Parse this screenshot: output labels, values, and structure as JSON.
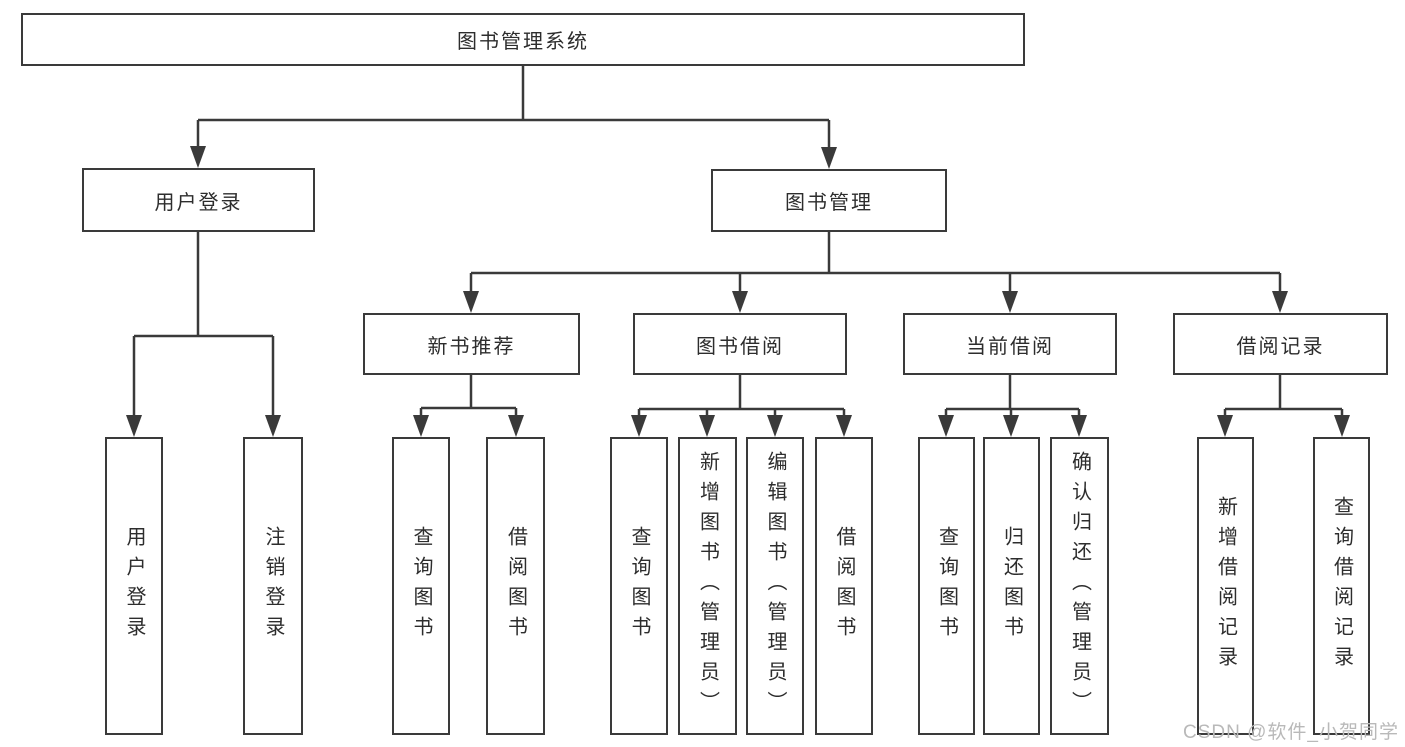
{
  "tree": {
    "root": {
      "label": "图书管理系统"
    },
    "branches": [
      {
        "label": "用户登录",
        "children": [
          {
            "label": "用户登录"
          },
          {
            "label": "注销登录"
          }
        ]
      },
      {
        "label": "图书管理",
        "children": [
          {
            "label": "新书推荐",
            "children": [
              {
                "label": "查询图书"
              },
              {
                "label": "借阅图书"
              }
            ]
          },
          {
            "label": "图书借阅",
            "children": [
              {
                "label": "查询图书"
              },
              {
                "label": "新增图书（管理员）"
              },
              {
                "label": "编辑图书（管理员）"
              },
              {
                "label": "借阅图书"
              }
            ]
          },
          {
            "label": "当前借阅",
            "children": [
              {
                "label": "查询图书"
              },
              {
                "label": "归还图书"
              },
              {
                "label": "确认归还（管理员）"
              }
            ]
          },
          {
            "label": "借阅记录",
            "children": [
              {
                "label": "新增借阅记录"
              },
              {
                "label": "查询借阅记录"
              }
            ]
          }
        ]
      }
    ]
  },
  "watermark": "CSDN @软件_小贺同学",
  "colors": {
    "line": "#3a3a3a",
    "text": "#2d2d2d",
    "watermark": "#b9b9b9",
    "background": "#ffffff"
  }
}
